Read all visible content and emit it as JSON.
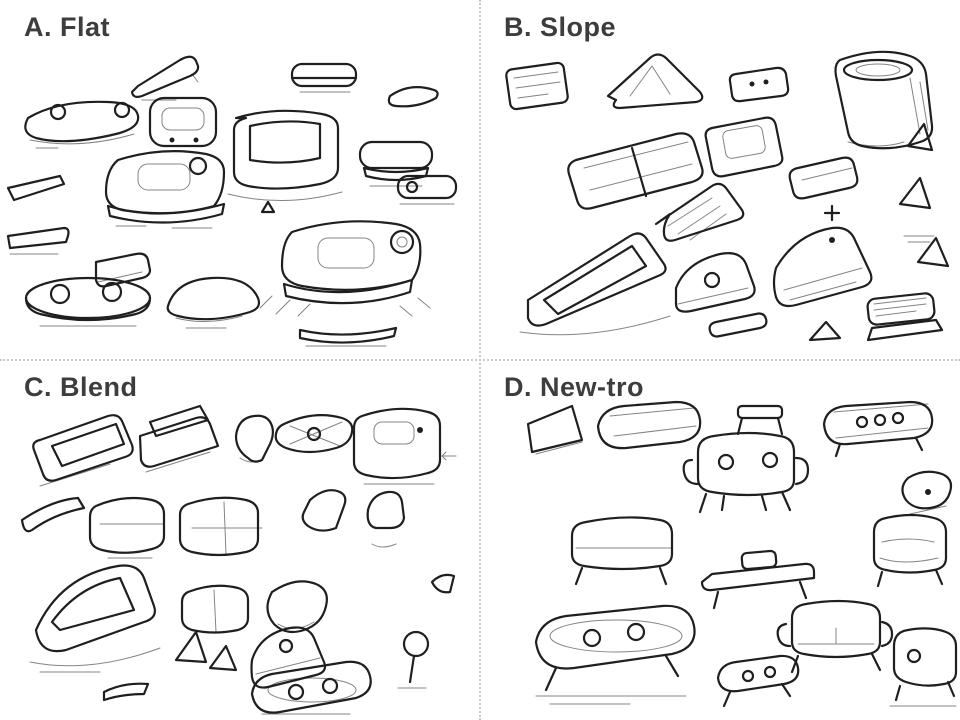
{
  "panels": [
    {
      "id": "A",
      "label": "A. Flat",
      "sketch_icon": "flat-form-sketches-icon"
    },
    {
      "id": "B",
      "label": "B. Slope",
      "sketch_icon": "slope-form-sketches-icon"
    },
    {
      "id": "C",
      "label": "C. Blend",
      "sketch_icon": "blend-form-sketches-icon"
    },
    {
      "id": "D",
      "label": "D. New-tro",
      "sketch_icon": "newtro-form-sketches-icon"
    }
  ],
  "colors": {
    "background": "#ffffff",
    "label_text": "#3d3d3d",
    "divider": "#c9c9c9",
    "sketch_ink": "#1f1f1f"
  }
}
